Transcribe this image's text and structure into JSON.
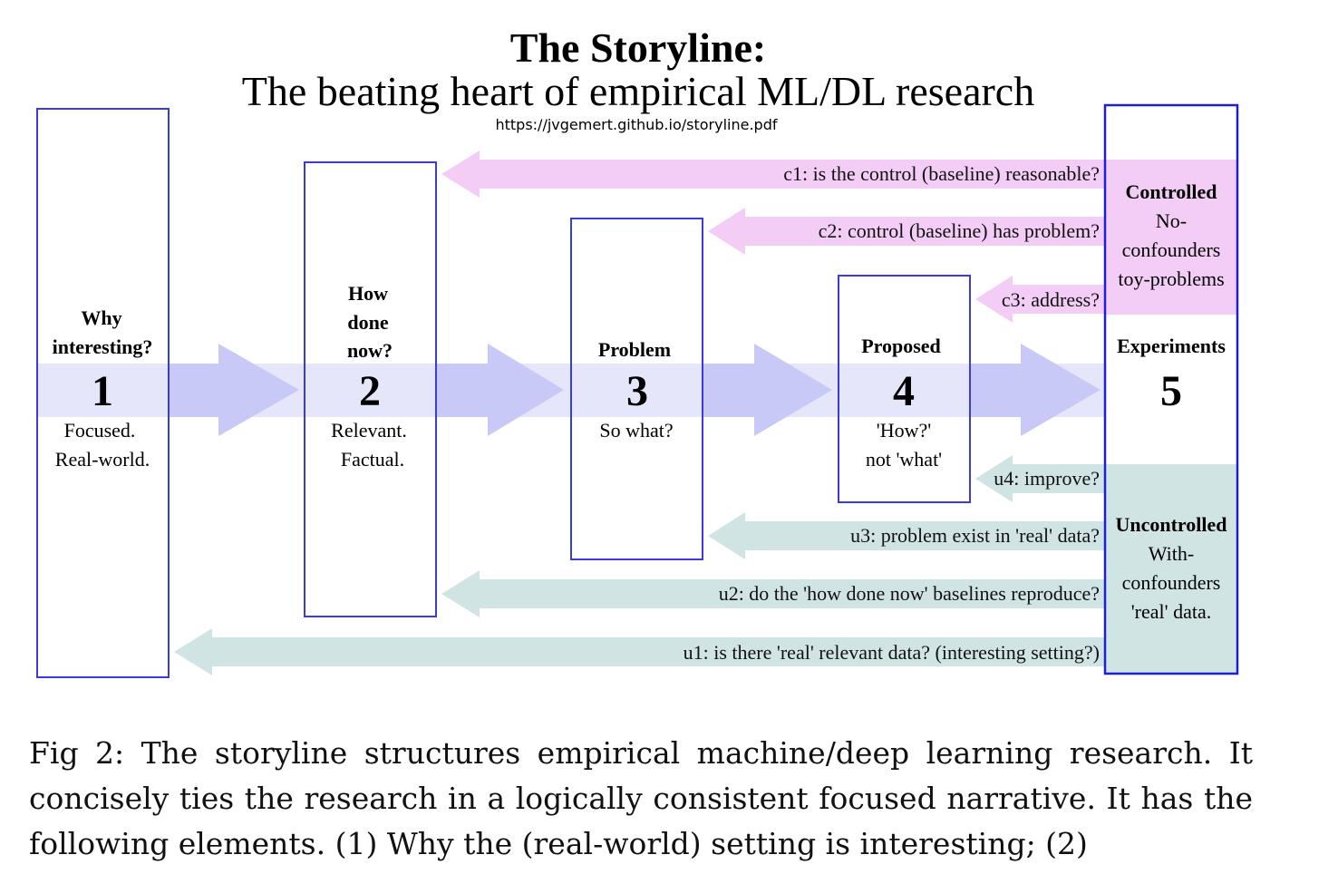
{
  "title": "The Storyline:",
  "subtitle": "The beating heart of empirical ML/DL research",
  "url": "https://jvgemert.github.io/storyline.pdf",
  "colors": {
    "box_border": "#3b3bdc",
    "box_border_dark": "#1f1fd0",
    "main_arrow": "#c9c9f7",
    "controlled_fill": "#f3cdf6",
    "uncontrolled_fill": "#d1e4e4",
    "band_fill": "#e6e6fb"
  },
  "stages": [
    {
      "number": "1",
      "heading": [
        "Why",
        "interesting?"
      ],
      "notes": [
        "Focused.",
        "Real-world."
      ]
    },
    {
      "number": "2",
      "heading": [
        "How",
        "done",
        "now?"
      ],
      "notes": [
        "Relevant.",
        "Factual."
      ]
    },
    {
      "number": "3",
      "heading": [
        "Problem"
      ],
      "notes": [
        "So what?"
      ]
    },
    {
      "number": "4",
      "heading": [
        "Proposed"
      ],
      "notes": [
        "'How?'",
        "not 'what'"
      ]
    },
    {
      "number": "5",
      "heading": [
        "Experiments"
      ],
      "notes": []
    }
  ],
  "controlled": {
    "heading": "Controlled",
    "lines": [
      "No-",
      "confounders",
      "toy-problems"
    ]
  },
  "uncontrolled": {
    "heading": "Uncontrolled",
    "lines": [
      "With-",
      "confounders",
      "'real' data."
    ]
  },
  "feedback_arrows": [
    {
      "id": "c1",
      "text": "c1: is the control (baseline) reasonable?",
      "group": "controlled"
    },
    {
      "id": "c2",
      "text": "c2: control (baseline) has problem?",
      "group": "controlled"
    },
    {
      "id": "c3",
      "text": "c3: address?",
      "group": "controlled"
    },
    {
      "id": "u4",
      "text": "u4: improve?",
      "group": "uncontrolled"
    },
    {
      "id": "u3",
      "text": "u3: problem exist in 'real' data?",
      "group": "uncontrolled"
    },
    {
      "id": "u2",
      "text": "u2: do the 'how done now' baselines reproduce?",
      "group": "uncontrolled"
    },
    {
      "id": "u1",
      "text": "u1: is there 'real' relevant data? (interesting setting?)",
      "group": "uncontrolled"
    }
  ],
  "caption": "Fig 2: The storyline structures empirical machine/deep learning research. It concisely ties the research in a logically consistent focused narrative. It has the following elements. (1) Why the (real-world) setting is interesting; (2)"
}
